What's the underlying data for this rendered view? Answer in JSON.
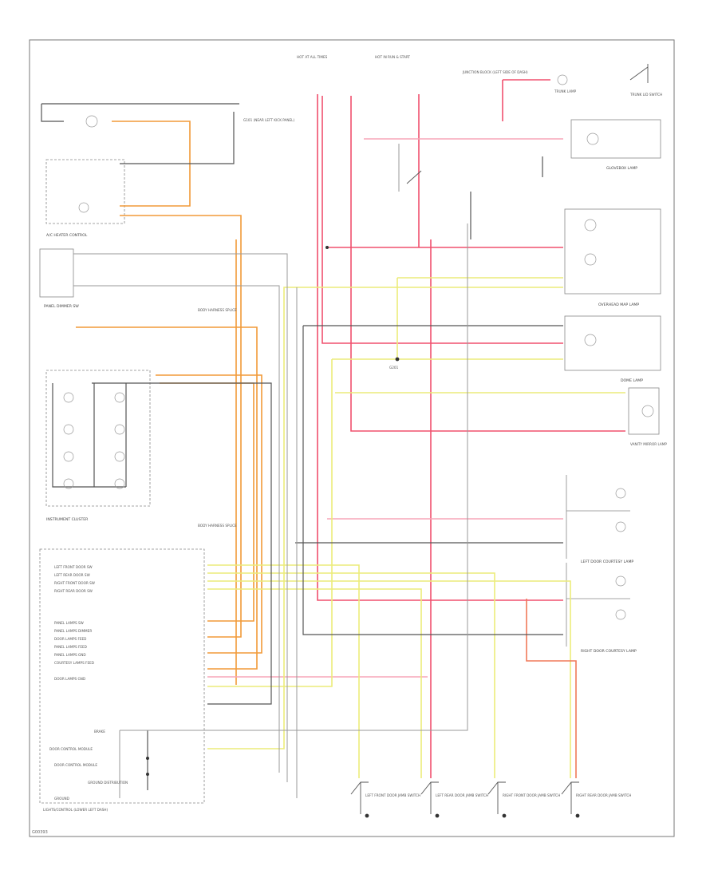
{
  "title_block": {
    "code": "G00393"
  },
  "top": {
    "fuse_hot_left": "HOT AT ALL TIMES",
    "fuse_hot_right": "HOT IN RUN & START",
    "junction_block": "JUNCTION BLOCK (LEFT SIDE OF DASH)",
    "trunk_lamp": "TRUNK LAMP",
    "trunk_lid_switch": "TRUNK LID SWITCH",
    "ground_ref": "G101 (NEAR LEFT KICK PANEL)"
  },
  "components_left": {
    "ac_heater_control": "A/C HEATER CONTROL",
    "panel_dimmer_switch": "PANEL DIMMER SW",
    "instrument_cluster": "INSTRUMENT CLUSTER",
    "body_harness_label": "BODY HARNESS SPLICE",
    "door_control_module": "DOOR CONTROL MODULE",
    "illumination_label": "LIGHTS/CONTROL (LOWER LEFT DASH)",
    "ground_distribution": "GROUND DISTRIBUTION",
    "module_pins": [
      "LEFT FRONT DOOR SW",
      "LEFT REAR DOOR SW",
      "RIGHT FRONT DOOR SW",
      "RIGHT REAR DOOR SW",
      "PANEL LAMPS SW",
      "PANEL LAMPS DIMMER",
      "DOOR LAMPS FEED",
      "PANEL LAMPS FEED",
      "PANEL LAMPS GND",
      "COURTESY LAMPS FEED",
      "DOOR LAMPS GND",
      "BRAKE",
      "DOOR CONTROL MODULE",
      "GROUND"
    ]
  },
  "components_right": {
    "glovebox_lamp": "GLOVEBOX LAMP",
    "overhead_map_lamp": "OVERHEAD MAP LAMP",
    "dome_lamp": "DOME LAMP",
    "vanity_mirror": "VANITY MIRROR LAMP",
    "left_door_lamp": "LEFT DOOR COURTESY LAMP",
    "right_door_lamp": "RIGHT DOOR COURTESY LAMP",
    "door_switches": [
      "LEFT FRONT DOOR JAMB SWITCH",
      "LEFT REAR DOOR JAMB SWITCH",
      "RIGHT FRONT DOOR JAMB SWITCH",
      "RIGHT REAR DOOR JAMB SWITCH"
    ],
    "ground_g201": "G201"
  },
  "wire_colors": {
    "orange": "#f29a38",
    "red": "#f0506e",
    "pink": "#f7a6b8",
    "yellow": "#ecec7a",
    "black": "#555555",
    "gray": "#9a9a9a",
    "salmon": "#f07a5a"
  }
}
